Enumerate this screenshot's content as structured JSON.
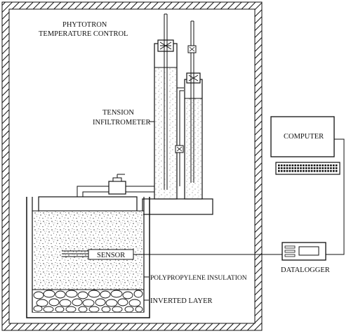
{
  "diagram": {
    "labels": {
      "phytotron_line1": "PHYTOTRON",
      "phytotron_line2": "TEMPERATURE CONTROL",
      "tension_line1": "TENSION",
      "tension_line2": "INFILTROMETER",
      "computer": "COMPUTER",
      "sensor": "SENSOR",
      "insulation": "POLYPROPYLENE INSULATION",
      "inverted_layer": "INVERTED LAYER",
      "datalogger": "DATALOGGER"
    },
    "colors": {
      "ink": "#111111",
      "background": "#ffffff",
      "panel": "#f2f2f2"
    }
  }
}
